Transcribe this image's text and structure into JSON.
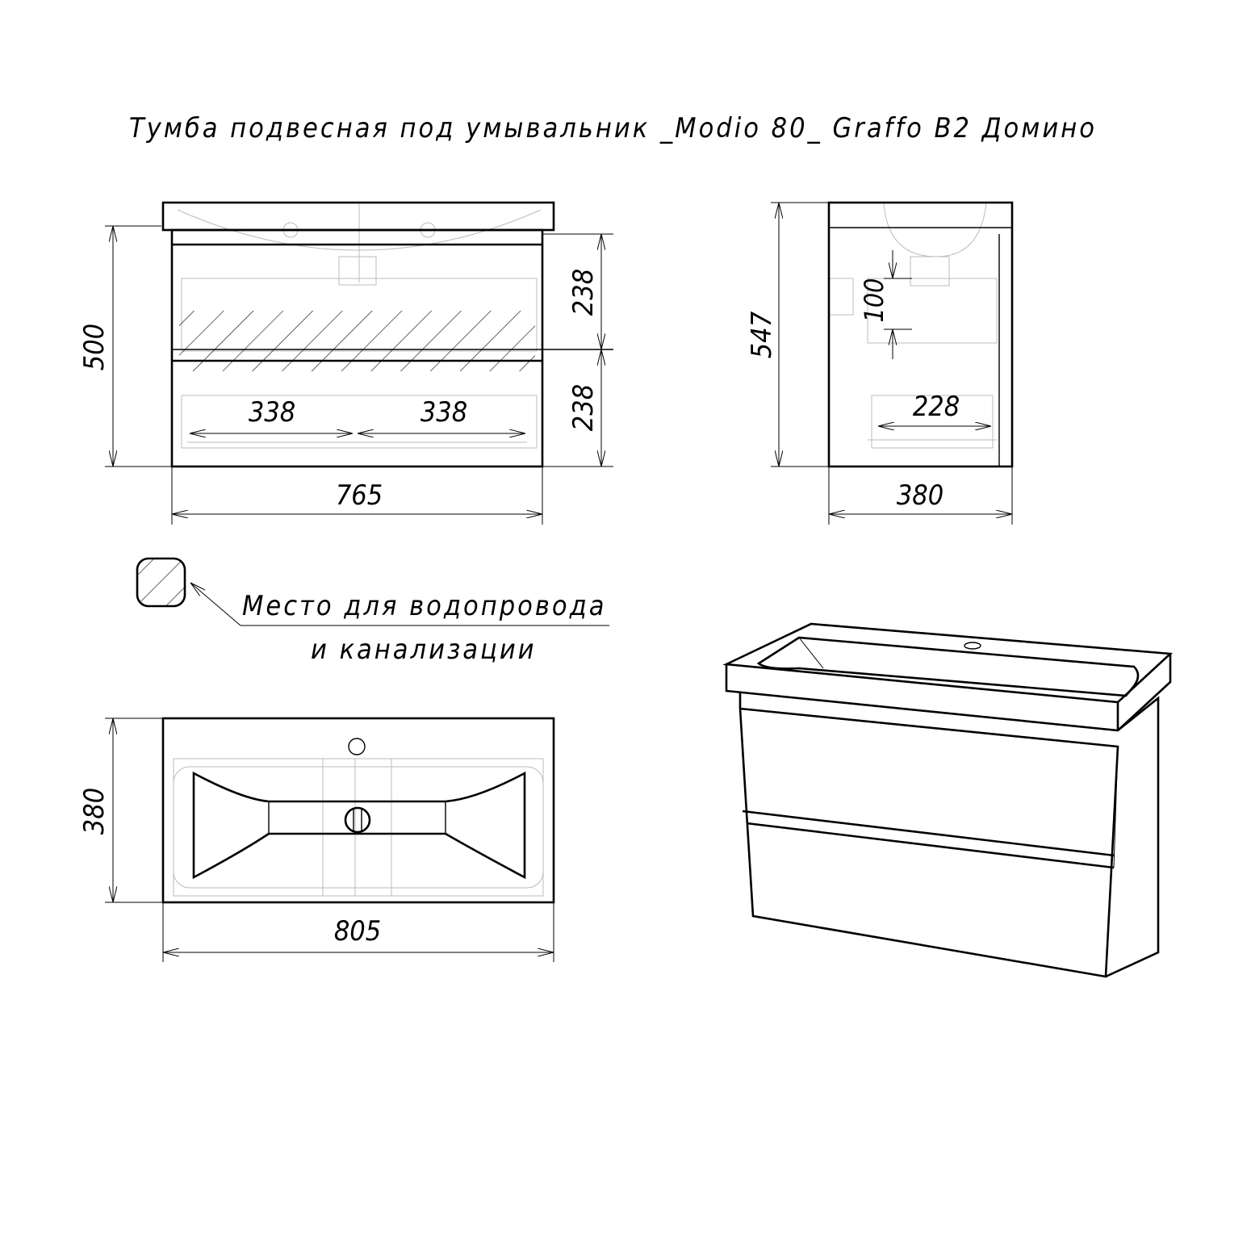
{
  "title": "Тумба подвесная под умывальник _Modio 80_ Graffo B2 Домино",
  "front_view": {
    "height": "500",
    "width": "765",
    "drawer_top_height": "238",
    "drawer_bottom_height": "238",
    "inner_left": "338",
    "inner_right": "338"
  },
  "side_view": {
    "height": "547",
    "depth": "380",
    "offset": "100",
    "inner_depth": "228"
  },
  "legend": {
    "line1": "Место для водопровода",
    "line2": "и канализации"
  },
  "top_view": {
    "depth": "380",
    "width": "805"
  },
  "colors": {
    "line": "#000000",
    "hidden": "#bbbbbb",
    "background": "#ffffff"
  }
}
